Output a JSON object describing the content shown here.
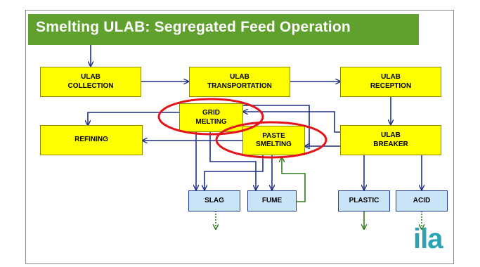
{
  "title": "Smelting ULAB: Segregated Feed Operation",
  "boxes": {
    "collection": "ULAB\nCOLLECTION",
    "transportation": "ULAB\nTRANSPORTATION",
    "reception": "ULAB\nRECEPTION",
    "grid": "GRID\nMELTING",
    "paste": "PASTE\nSMELTING",
    "refining": "REFINING",
    "breaker": "ULAB\nBREAKER",
    "slag": "SLAG",
    "fume": "FUME",
    "plastic": "PLASTIC",
    "acid": "ACID"
  },
  "logo_text": "ila",
  "colors": {
    "title_bar": "#5fa02f",
    "process_box": "#ffff00",
    "output_box": "#c9e4f6",
    "arrow": "#1f2f86",
    "green_arrow": "#2e7d1a",
    "highlight_ring": "#e3141b",
    "logo": "#2aa3b5"
  }
}
